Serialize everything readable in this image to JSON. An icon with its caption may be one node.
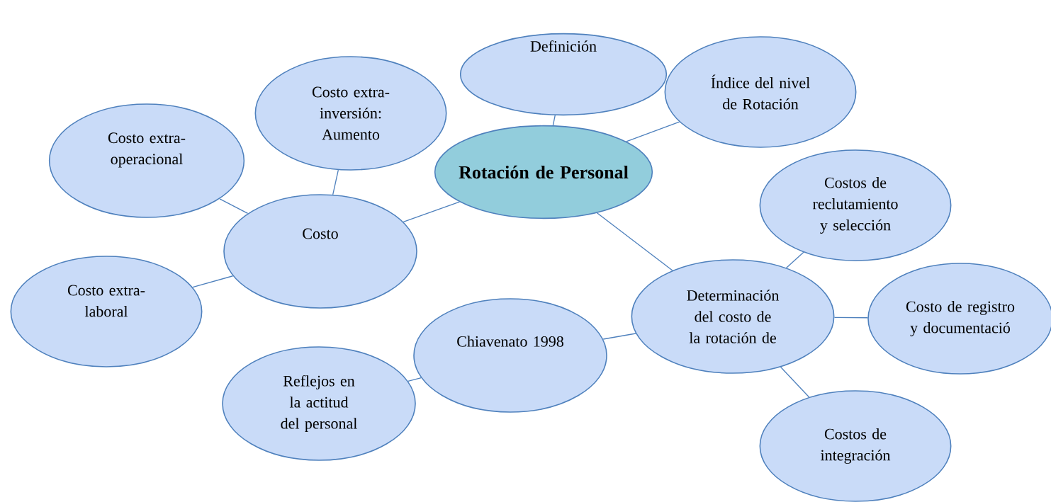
{
  "diagram": {
    "nodes": [
      {
        "text": [
          "Rotación de Personal"
        ]
      },
      {
        "text": [
          "Definición"
        ]
      },
      {
        "text": [
          "Índice del nivel de Rotación"
        ]
      },
      {
        "text": [
          "Costo"
        ]
      },
      {
        "text": [
          "Costo extra-inversión: Aumento"
        ]
      },
      {
        "text": [
          "Costo extra-operacional"
        ]
      },
      {
        "text": [
          "Costo extra-laboral"
        ]
      },
      {
        "text": [
          "Determinación del costo de la rotación de"
        ]
      },
      {
        "text": [
          "Costos de reclutamiento y selección"
        ]
      },
      {
        "text": [
          "Costo de registro y documentació"
        ]
      },
      {
        "text": [
          "Costos de integración"
        ]
      },
      {
        "text": [
          "Chiavenato 1998"
        ]
      },
      {
        "text": [
          "Reflejos en la actitud del personal"
        ]
      }
    ],
    "edges": [
      {
        "from": 0,
        "to": 1,
        "arrow": "none"
      },
      {
        "from": 0,
        "to": 2,
        "arrow": "none"
      },
      {
        "from": 0,
        "to": 3,
        "arrow": "none"
      },
      {
        "from": 0,
        "to": 7,
        "arrow": "none"
      },
      {
        "from": 3,
        "to": 4,
        "arrow": "none"
      },
      {
        "from": 3,
        "to": 5,
        "arrow": "none"
      },
      {
        "from": 3,
        "to": 6,
        "arrow": "none"
      },
      {
        "from": 7,
        "to": 8,
        "arrow": "none"
      },
      {
        "from": 7,
        "to": 9,
        "arrow": "none"
      },
      {
        "from": 7,
        "to": 10,
        "arrow": "none"
      },
      {
        "from": 7,
        "to": 11,
        "arrow": "none"
      },
      {
        "from": 11,
        "to": 12,
        "arrow": "none"
      }
    ]
  }
}
